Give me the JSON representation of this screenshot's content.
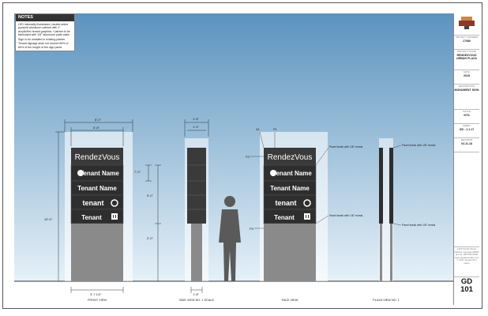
{
  "notes": {
    "title": "NOTES",
    "lines": [
      "LED internally illuminated, double-sided pyramid aluminum cabinet with 1\" acrylic/flex tenant graphics. Cabinet to be fabricated with 1/8\" aluminum plate walls.",
      "Sign to be installed in existing planter.",
      "Tenant signage shall not exceed 80% or 80% of the height of the sign panel."
    ]
  },
  "signs": {
    "brand": "RendezVous",
    "panel1": "Tenant Name",
    "panel2": "Tenant Name",
    "panel3": "tenant",
    "panel4": "Tenant"
  },
  "dimensions": {
    "top_outer": "8'-0\"",
    "top_inner": "6'-8\"",
    "side_tenant": "7'-0\"",
    "side_cabinet": "5'-0\"",
    "side_base": "2'-0\"",
    "total_height": "10'-0\"",
    "base_width": "3'-7 1/2\"",
    "side_top": "1'-6\"",
    "side_inner": "1'-0\"",
    "side_bottom": "1'-8\""
  },
  "callouts": {
    "a1": "A1",
    "a2": "P1",
    "a3": "P2",
    "a4": "P3",
    "reveal1": "Panel break with 1/8\" reveal.",
    "reveal2": "Panel break with 1/8\" reveal.",
    "reveal3": "Panel break with 1/8\" reveal."
  },
  "view_labels": {
    "front": "FRONT VIEW",
    "side": "SIDE VIEW NO. 1 SCALE",
    "face": "FACE VIEW",
    "profile": "PLAZA VIEW NO. 1"
  },
  "titleblock": {
    "project_label": "PROJECT NUMBER",
    "project_value": "17080",
    "name_label": "PROJECT NAME",
    "name_value": "RENDEZVOUS URBAN PLAZA",
    "date_label": "DATE",
    "date_value": "2015",
    "desc_label": "DESCRIPTION",
    "desc_value": "MONUMENT SIGN",
    "scale_label": "SCALE",
    "scale_value": "NTS",
    "sheet_label": "SHEET",
    "sheet_code": "GD - 1.1.17",
    "rev_label": "REVISION",
    "rev_value": "04.11.18",
    "addr1": "1234 South Street",
    "addr2": "Atlanta, Georgia 00000",
    "addr3": "phone: 000.000.0000",
    "addr4": "www.designstudio.com",
    "copyright": "© 2017 design firm name",
    "sheet_letters": "GD",
    "sheet_number": "101"
  },
  "colors": {
    "sky_top": "#5b93bf",
    "sky_bottom": "#dcecf6",
    "cabinet": "#3a3a3a",
    "base": "#8a8a8a",
    "figure": "#5a5a5a"
  }
}
